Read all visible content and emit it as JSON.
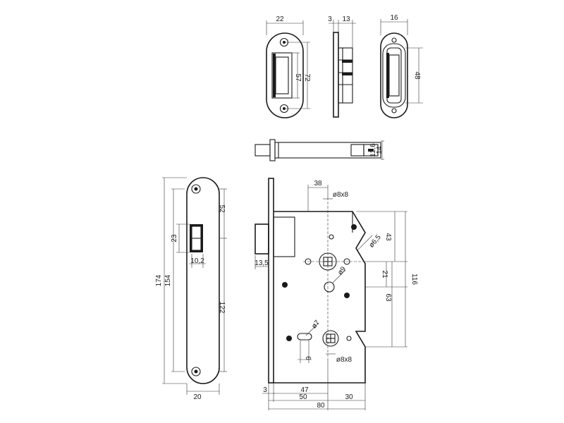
{
  "strike_plate_front": {
    "width": "22",
    "inner_height": "57",
    "outer_height": "72"
  },
  "strike_plate_side": {
    "plate_thickness": "3",
    "box_depth": "13"
  },
  "rounded_strike": {
    "width": "16",
    "height": "48"
  },
  "top_view": {
    "dim_a": "12,6",
    "dim_b": "14"
  },
  "forend": {
    "total_height": "174",
    "inner_height": "154",
    "top_offset": "52",
    "latch_height": "23",
    "bottom_offset": "122",
    "latch_width": "10,2",
    "width": "20"
  },
  "lock_body": {
    "latch_projection": "13,5",
    "spindle_offset_x": "38",
    "spindle_square": "ø8x8",
    "screw_hole": "ø6,5",
    "dim_43": "43",
    "dim_116": "116",
    "dim_21": "21",
    "dim_63": "63",
    "hole_9": "ø9",
    "hole_7": "ø7",
    "slot_width": "6",
    "cylinder_square": "ø8x8",
    "faceplate": "3",
    "backset_47": "47",
    "backset_50": "50",
    "case_30": "30",
    "case_80": "80"
  }
}
